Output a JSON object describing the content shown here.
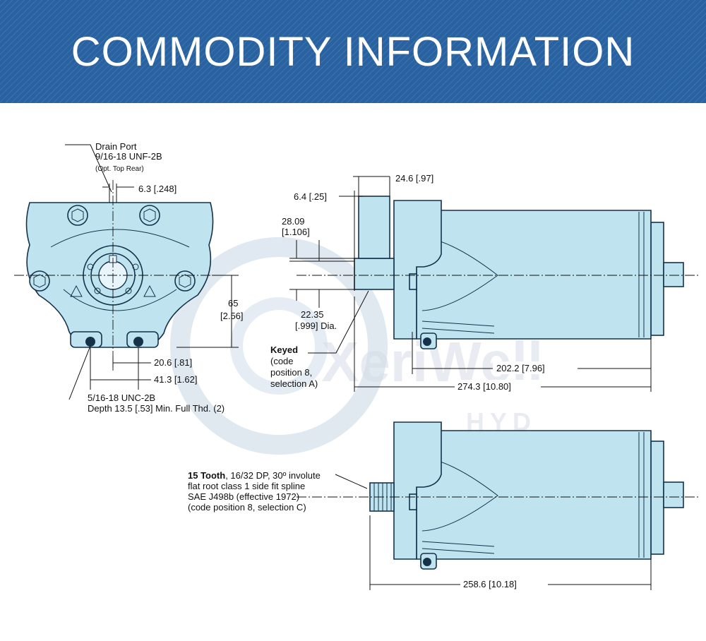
{
  "banner": {
    "title": "COMMODITY INFORMATION",
    "color": "#2a62a0"
  },
  "watermark": {
    "brand": "XeriWell",
    "sub": "HYD"
  },
  "front_view": {
    "drain_port": {
      "line1": "Drain Port",
      "line2": "9/16-18 UNF-2B",
      "line3": "(Opt. Top Rear)"
    },
    "dim_6_3": "6.3 [.248]",
    "dim_65": "65",
    "dim_65_in": "[2.56]",
    "dim_20_6": "20.6 [.81]",
    "dim_41_3": "41.3 [1.62]",
    "bolt_thread": {
      "line1": "5/16-18 UNC-2B",
      "line2": "Depth 13.5 [.53] Min. Full Thd. (2)"
    }
  },
  "side_view_keyed": {
    "dim_24_6": "24.6 [.97]",
    "dim_6_4": "6.4 [.25]",
    "dim_28_09": "28.09",
    "dim_28_09_in": "[1.106]",
    "dim_22_35": "22.35",
    "dim_22_35_in": "[.999] Dia.",
    "keyed": {
      "title": "Keyed",
      "line1": "(code",
      "line2": "position 8,",
      "line3": "selection A)"
    },
    "dim_202_2": "202.2 [7.96]",
    "dim_274_3": "274.3 [10.80]"
  },
  "side_view_spline": {
    "spline_title": "15 Tooth",
    "spline_line1": ", 16/32 DP, 30º involute",
    "spline_line2": "flat root class 1 side fit spline",
    "spline_line3": "SAE J498b (effective 1972)",
    "spline_line4": "(code position 8, selection C)",
    "dim_258_6": "258.6 [10.18]"
  }
}
